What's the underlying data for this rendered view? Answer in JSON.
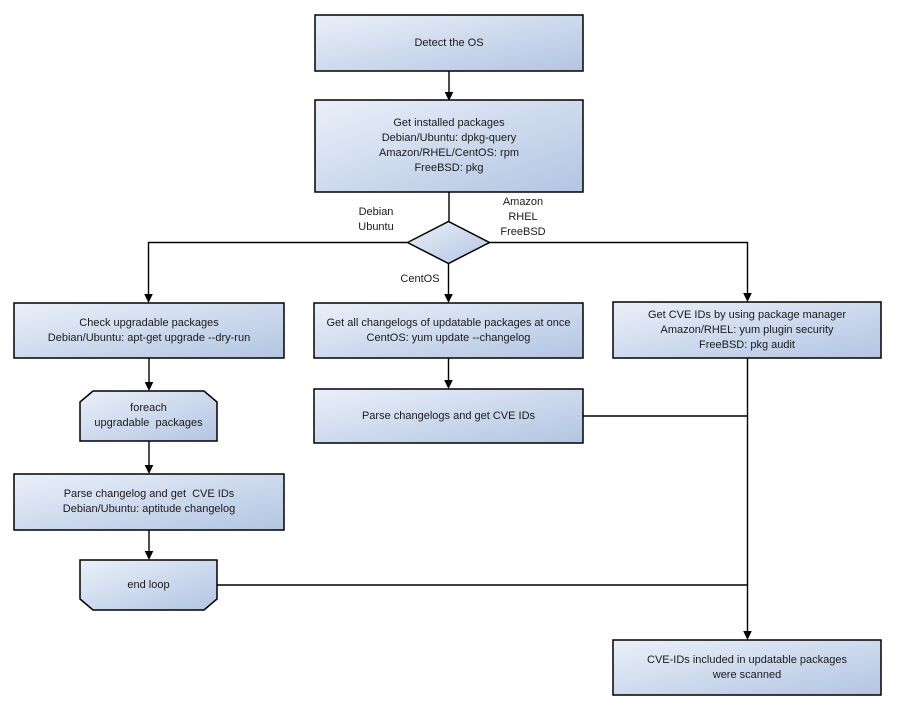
{
  "nodes": {
    "detect_os": "Detect the OS",
    "get_installed": "Get installed packages\nDebian/Ubuntu: dpkg-query\nAmazon/RHEL/CentOS: rpm\nFreeBSD: pkg",
    "check_upgradable": "Check upgradable packages\nDebian/Ubuntu: apt-get upgrade --dry-run",
    "foreach_loop": "foreach\nupgradable  packages",
    "parse_changelog_deb": "Parse changelog and get  CVE IDs\nDebian/Ubuntu: aptitude changelog",
    "end_loop": "end loop",
    "get_all_changelogs": "Get all changelogs of updatable packages at once\nCentOS: yum update --changelog",
    "parse_changelogs": "Parse changelogs and get CVE IDs",
    "get_cve_pkg_mgr": "Get CVE IDs by using package manager\nAmazon/RHEL: yum plugin security\nFreeBSD: pkg audit",
    "cve_scanned": "CVE-IDs included in updatable packages\nwere scanned"
  },
  "edge_labels": {
    "debian_ubuntu": "Debian\nUbuntu",
    "amazon_rhel_freebsd": "Amazon\nRHEL\nFreeBSD",
    "centos": "CentOS"
  },
  "colors": {
    "node_fill_light": "#eaf0f9",
    "node_fill_dark": "#b2c5e2",
    "node_border": "#000000",
    "connector": "#000000",
    "text": "#1a1a1a",
    "background": "#ffffff"
  }
}
